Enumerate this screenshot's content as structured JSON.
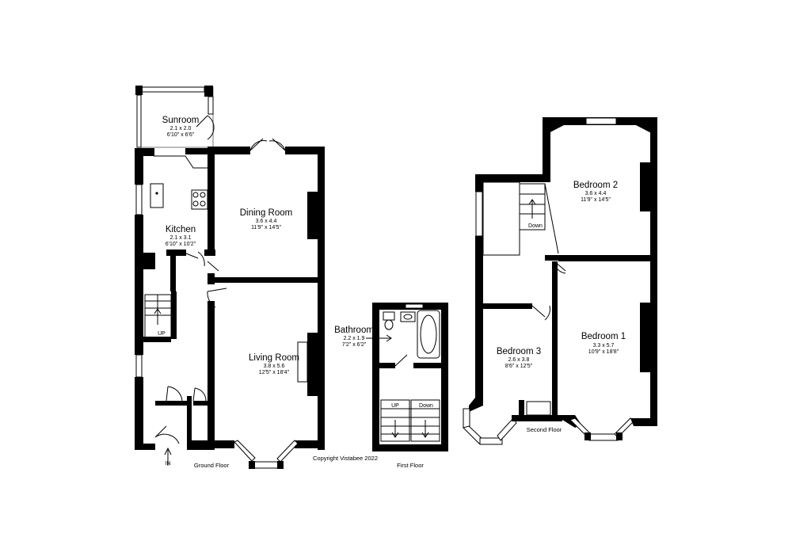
{
  "rooms": {
    "sunroom": {
      "name": "Sunroom",
      "metric": "2.1 x 2.0",
      "imperial": "6'10\" x 6'6\""
    },
    "kitchen": {
      "name": "Kitchen",
      "metric": "2.1 x 3.1",
      "imperial": "6'10\" x 10'2\""
    },
    "dining": {
      "name": "Dining Room",
      "metric": "3.6 x 4.4",
      "imperial": "11'9\" x 14'5\""
    },
    "living": {
      "name": "Living Room",
      "metric": "3.8 x 5.6",
      "imperial": "12'5\" x 18'4\""
    },
    "bathroom": {
      "name": "Bathroom",
      "metric": "2.2 x 1.9",
      "imperial": "7'2\" x 6'2\""
    },
    "bedroom1": {
      "name": "Bedroom 1",
      "metric": "3.3 x 5.7",
      "imperial": "10'9\" x 18'8\""
    },
    "bedroom2": {
      "name": "Bedroom 2",
      "metric": "3.6 x 4.4",
      "imperial": "11'9\" x 14'5\""
    },
    "bedroom3": {
      "name": "Bedroom 3",
      "metric": "2.6 x 3.8",
      "imperial": "8'6\" x 12'5\""
    }
  },
  "labels": {
    "up_ground": "UP",
    "in": "IN",
    "up_first": "UP",
    "down_first": "Down",
    "down_second": "Down"
  },
  "floors": {
    "ground": "Ground Floor",
    "first": "First Floor",
    "second": "Second Floor"
  },
  "copyright": "Copyright Vistabee 2022"
}
